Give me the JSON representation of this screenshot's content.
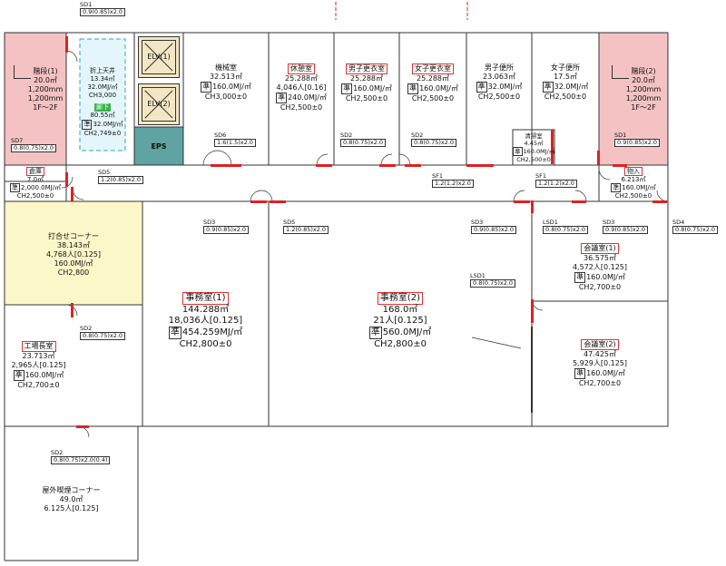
{
  "rooms": {
    "stair1": {
      "name": "階段(1)",
      "area": "20.0㎡",
      "l1": "1,200mm",
      "l2": "1,200mm",
      "floors": "1F～2F"
    },
    "void": {
      "name": "折上天井",
      "area": "13.34㎡",
      "energy": "32.0MJ/㎡",
      "ch": "CH3,000",
      "sub_name": "廊下",
      "sub_area": "80.55㎡",
      "sub_energy": "32.0MJ/㎡",
      "sub_ch": "CH2,749±0"
    },
    "elv1": "ELV(1)",
    "elv2": "ELV(2)",
    "eps": "EPS",
    "machine": {
      "name": "機械室",
      "area": "32.513㎡",
      "energy": "160.0MJ/㎡",
      "ch": "CH3,000±0"
    },
    "rest": {
      "name": "休憩室",
      "area": "25.288㎡",
      "people": "4,046人[0.16]",
      "energy": "240.0MJ/㎡",
      "ch": "CH2,500±0"
    },
    "men_locker": {
      "name": "男子更衣室",
      "area": "25.288㎡",
      "energy": "160.0MJ/㎡",
      "ch": "CH2,500±0"
    },
    "women_locker": {
      "name": "女子更衣室",
      "area": "25.288㎡",
      "energy": "160.0MJ/㎡",
      "ch": "CH2,500±0"
    },
    "men_wc": {
      "name": "男子便所",
      "area": "23.063㎡",
      "energy": "32.0MJ/㎡",
      "ch": "CH2,500±0"
    },
    "women_wc": {
      "name": "女子便所",
      "area": "17.5㎡",
      "energy": "32.0MJ/㎡",
      "ch": "CH2,500±0"
    },
    "cleaning": {
      "name": "清掃室",
      "area": "4.45㎡",
      "energy": "160.0MJ/㎡",
      "ch": "CH2,500±0"
    },
    "stair2": {
      "name": "階段(2)",
      "area": "20.0㎡",
      "l1": "1,200mm",
      "l2": "1,200mm",
      "floors": "1F～2F"
    },
    "storage": {
      "name": "倉庫",
      "area": "7.0㎡",
      "energy": "2,000.0MJ/㎡",
      "ch": "CH2,500±0"
    },
    "storage2": {
      "name": "物入",
      "area": "6.213㎡",
      "energy": "160.0MJ/㎡",
      "ch": "CH2,500±0"
    },
    "meeting_corner": {
      "name": "打合せコーナー",
      "area": "38.143㎡",
      "people": "4,768人[0.125]",
      "energy": "160.0MJ/㎡",
      "ch": "CH2,800"
    },
    "office1": {
      "name": "事務室(1)",
      "area": "144.288㎡",
      "people": "18,036人[0.125]",
      "energy": "454.259MJ/㎡",
      "ch": "CH2,800±0"
    },
    "office2": {
      "name": "事務室(2)",
      "area": "168.0㎡",
      "people": "21人[0.125]",
      "energy": "560.0MJ/㎡",
      "ch": "CH2,800±0"
    },
    "meeting1": {
      "name": "会議室(1)",
      "area": "36.575㎡",
      "people": "4,572人[0.125]",
      "energy": "160.0MJ/㎡",
      "ch": "CH2,700±0"
    },
    "meeting2": {
      "name": "会議室(2)",
      "area": "47.425㎡",
      "people": "5,929人[0.125]",
      "energy": "160.0MJ/㎡",
      "ch": "CH2,700±0"
    },
    "factory_chief": {
      "name": "工場長室",
      "area": "23.713㎡",
      "people": "2,965人[0.125]",
      "energy": "160.0MJ/㎡",
      "ch": "CH2,700±0"
    },
    "smoking": {
      "name": "屋外喫煙コーナー",
      "area": "49.0㎡",
      "people": "6.125人[0.125]"
    }
  },
  "jun": "準",
  "tags": {
    "sd1a": {
      "label": "SD1",
      "spec": "0.9(0.85)x2.0"
    },
    "sd7": {
      "label": "SD7",
      "spec": "0.8(0.75)x2.0"
    },
    "sd5a": {
      "label": "SD5",
      "spec": "1.2(0.85)x2.0"
    },
    "sd6": {
      "label": "SD6",
      "spec": "1.6(1.5)x2.0"
    },
    "sd2a": {
      "label": "SD2",
      "spec": "0.8(0.75)x2.0"
    },
    "sd2b": {
      "label": "SD2",
      "spec": "0.8(0.75)x2.0"
    },
    "sf1a": {
      "label": "SF1",
      "spec": "1.2(1.2)x2.0"
    },
    "sf1b": {
      "label": "SF1",
      "spec": "1.2(1.2)x2.0"
    },
    "sd1b": {
      "label": "SD1",
      "spec": "0.9(0.85)x2.0"
    },
    "sd3a": {
      "label": "SD3",
      "spec": "0.9(0.85)x2.0"
    },
    "sd5b": {
      "label": "SD5",
      "spec": "1.2(0.85)x2.0"
    },
    "sd3b": {
      "label": "SD3",
      "spec": "0.9(0.85)x2.0"
    },
    "lsd1a": {
      "label": "LSD1",
      "spec": "0.8(0.75)x2.0"
    },
    "sd3c": {
      "label": "SD3",
      "spec": "0.9(0.85)x2.0"
    },
    "sd4": {
      "label": "SD4",
      "spec": "0.8(0.75)x2.0"
    },
    "lsd1b": {
      "label": "LSD1",
      "spec": "0.8(0.75)x2.0"
    },
    "sd2c": {
      "label": "SD2",
      "spec": "0.8(0.75)x2.0"
    },
    "sd2d": {
      "label": "SD2",
      "spec": "0.8(0.75)x2.0(0.4)"
    }
  },
  "colors": {
    "stair": "#f4c2c2",
    "meeting_corner": "#fbf7c9",
    "eps": "#5fa3a3",
    "elv": "#f3e6c4",
    "door": "#d22222",
    "void_border": "#2aa6c8",
    "void_fill": "#e4f6fb"
  }
}
